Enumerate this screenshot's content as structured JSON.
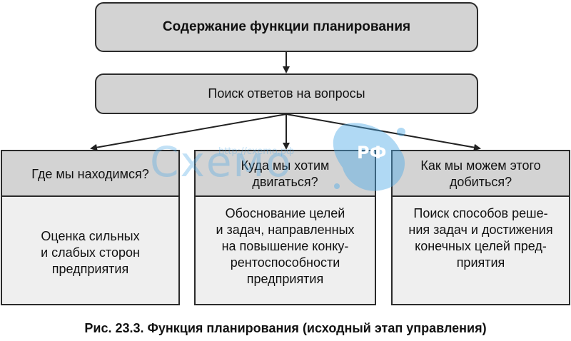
{
  "title": "Содержание функции планирования",
  "middle": "Поиск ответов на вопросы",
  "columns": [
    {
      "question": "Где мы находимся?",
      "answer": "Оценка сильных\nи слабых сторон\nпредприятия"
    },
    {
      "question": "Куда мы хотим\nдвигаться?",
      "answer": "Обоснование целей\nи задач, направленных\nна повышение конку-\nрентоспособности\nпредприятия"
    },
    {
      "question": "Как мы можем этого\nдобиться?",
      "answer": "Поиск способов реше-\nния задач и достижения\nконечных целей пред-\nприятия"
    }
  ],
  "caption": "Рис. 23.3. Функция планирования (исходный этап управления)",
  "watermark": {
    "word": "Схемо",
    "rf": "РФ",
    "url": "http://сxemo.рф"
  },
  "colors": {
    "box_fill": "#d3d3d3",
    "body_fill": "#efefef",
    "border": "#2b2b2b",
    "watermark": "#50aae6"
  }
}
